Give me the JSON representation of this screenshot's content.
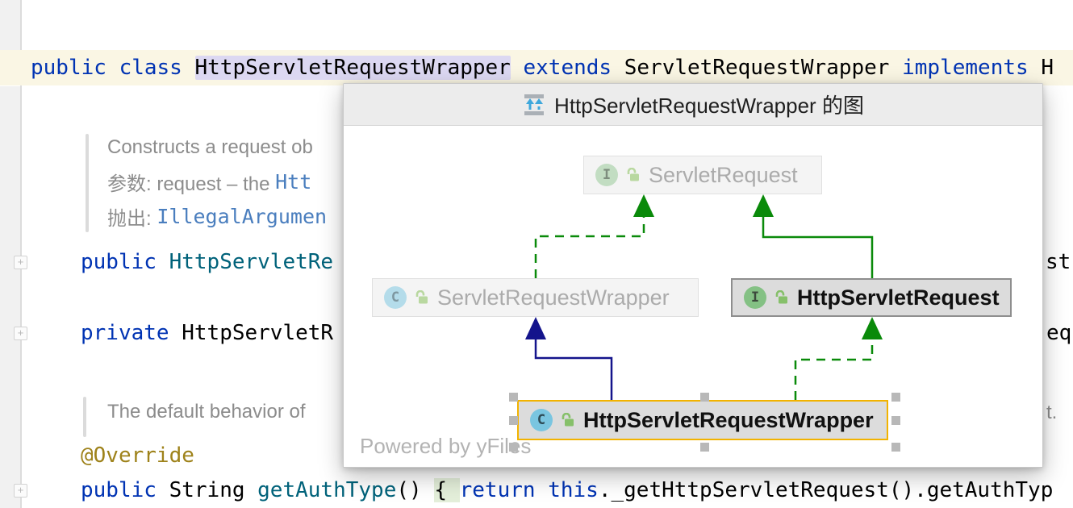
{
  "editor": {
    "class_line": {
      "kw1": "public class ",
      "class_name": "HttpServletRequestWrapper",
      "kw2": " extends ",
      "super_class": "ServletRequestWrapper",
      "kw3": " implements ",
      "iface_cut": "H"
    },
    "javadoc_block1": {
      "line1": "Constructs a request ob",
      "line2_text": "参数: request – the ",
      "line2_code": "Htt",
      "line3_text": "抛出: ",
      "line3_code": "IllegalArgumen"
    },
    "ctor_public": {
      "kw": "public ",
      "name": "HttpServletRe"
    },
    "ctor_private": {
      "kw": "private ",
      "name": "HttpServletR"
    },
    "javadoc_block2": {
      "line1": "The default behavior of"
    },
    "annotation": "@Override",
    "method_line": {
      "kw1": "public ",
      "type": "String ",
      "name": "getAuthType",
      "parens": "() ",
      "brace": "{ ",
      "kw2": "return ",
      "kw3": "this",
      "rest": "._getHttpServletRequest().getAuthTyp"
    },
    "fold_plus": "+",
    "fragments": {
      "ctor_public_end": "st)",
      "ctor_private_end": "equ",
      "doc_end": "t."
    }
  },
  "popup": {
    "title": "HttpServletRequestWrapper 的图",
    "title_icon": "hierarchy-diagram-icon",
    "watermark": "Powered by yFiles",
    "nodes": {
      "servlet_request": {
        "label": "ServletRequest",
        "kind_letter": "I",
        "kind": "interface",
        "state": "faded"
      },
      "servlet_request_wrapper": {
        "label": "ServletRequestWrapper",
        "kind_letter": "C",
        "kind": "class",
        "state": "faded"
      },
      "http_servlet_request": {
        "label": "HttpServletRequest",
        "kind_letter": "I",
        "kind": "interface",
        "state": "highlighted"
      },
      "http_servlet_request_wrapper": {
        "label": "HttpServletRequestWrapper",
        "kind_letter": "C",
        "kind": "class",
        "state": "selected"
      }
    },
    "edges": [
      {
        "from": "ServletRequestWrapper",
        "to": "ServletRequest",
        "type": "implements-dashed",
        "color": "#0a8a0a"
      },
      {
        "from": "HttpServletRequest",
        "to": "ServletRequest",
        "type": "extends-solid",
        "color": "#0a8a0a"
      },
      {
        "from": "HttpServletRequestWrapper",
        "to": "ServletRequestWrapper",
        "type": "extends-solid",
        "color": "#14148c"
      },
      {
        "from": "HttpServletRequestWrapper",
        "to": "HttpServletRequest",
        "type": "implements-dashed",
        "color": "#0a8a0a"
      }
    ]
  },
  "colors": {
    "keyword": "#0033b3",
    "declaration": "#00627a",
    "annotation": "#9e821a",
    "doc_text": "#8c8c8c",
    "doc_code_ref": "#4a7ebe",
    "current_line_bg": "#faf6e4",
    "identifier_highlight_bg": "#dcd8f2",
    "brace_match_bg": "#e4efda",
    "selection_border": "#f2b300",
    "edge_green": "#0a8a0a",
    "edge_navy": "#14148c"
  }
}
